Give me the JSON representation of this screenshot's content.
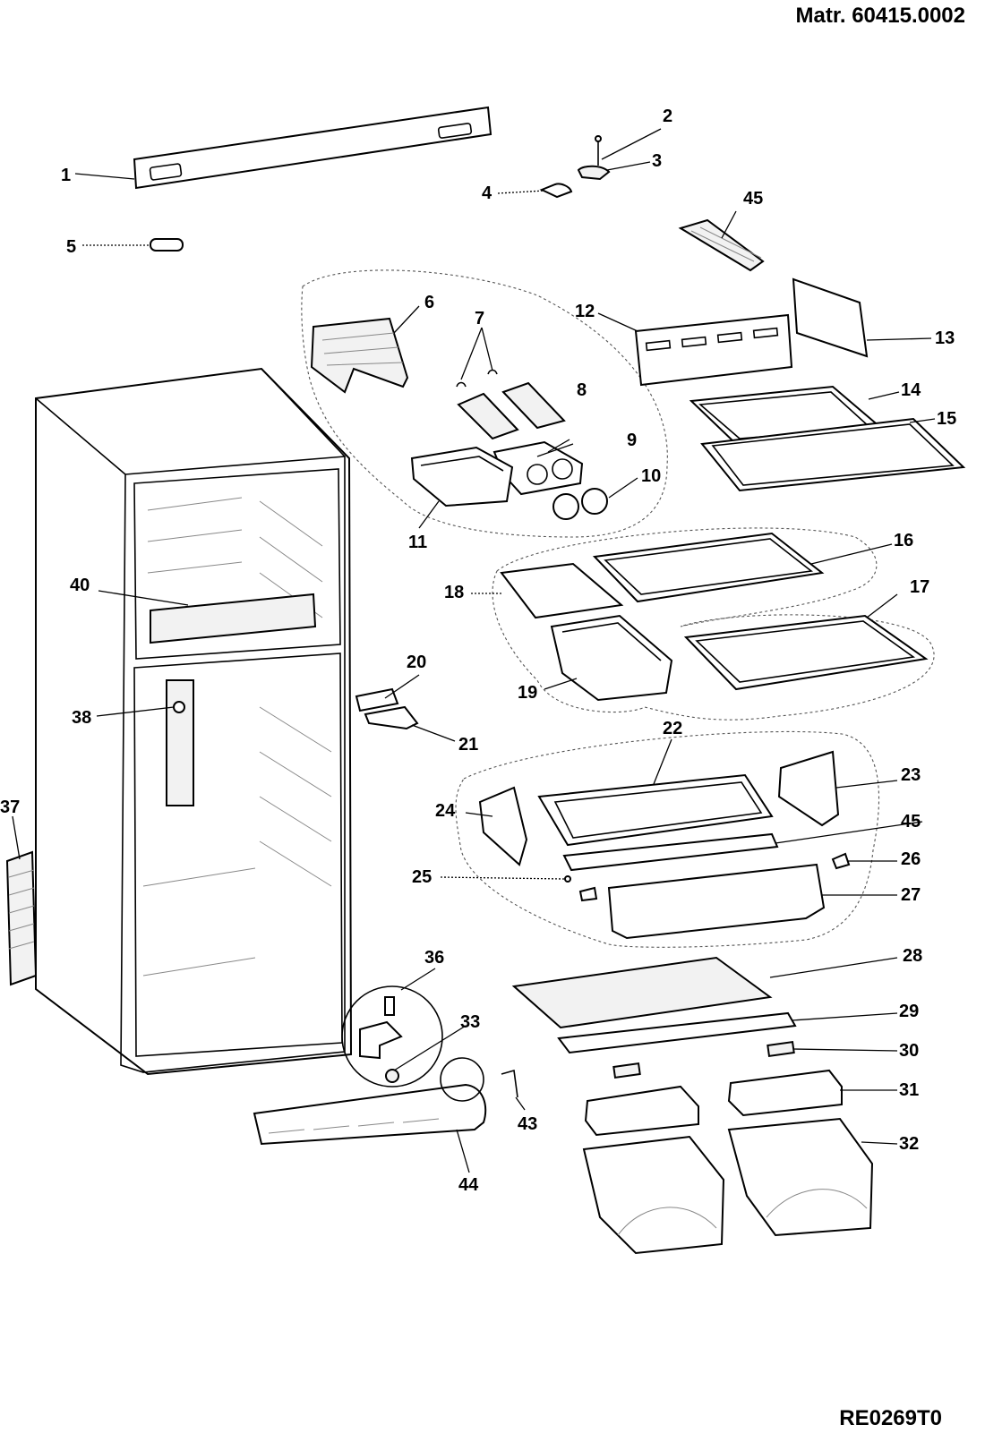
{
  "header": {
    "material_code": "Matr. 60415.0002"
  },
  "footer": {
    "reference_code": "RE0269T0"
  },
  "callouts": [
    {
      "id": "1",
      "label": "1"
    },
    {
      "id": "2",
      "label": "2"
    },
    {
      "id": "3",
      "label": "3"
    },
    {
      "id": "4",
      "label": "4"
    },
    {
      "id": "5",
      "label": "5"
    },
    {
      "id": "6",
      "label": "6"
    },
    {
      "id": "7",
      "label": "7"
    },
    {
      "id": "8",
      "label": "8"
    },
    {
      "id": "9",
      "label": "9"
    },
    {
      "id": "10",
      "label": "10"
    },
    {
      "id": "11",
      "label": "11"
    },
    {
      "id": "12",
      "label": "12"
    },
    {
      "id": "13",
      "label": "13"
    },
    {
      "id": "14",
      "label": "14"
    },
    {
      "id": "15",
      "label": "15"
    },
    {
      "id": "16",
      "label": "16"
    },
    {
      "id": "17",
      "label": "17"
    },
    {
      "id": "18",
      "label": "18"
    },
    {
      "id": "19",
      "label": "19"
    },
    {
      "id": "20",
      "label": "20"
    },
    {
      "id": "21",
      "label": "21"
    },
    {
      "id": "22",
      "label": "22"
    },
    {
      "id": "23",
      "label": "23"
    },
    {
      "id": "24",
      "label": "24"
    },
    {
      "id": "25",
      "label": "25"
    },
    {
      "id": "26",
      "label": "26"
    },
    {
      "id": "27",
      "label": "27"
    },
    {
      "id": "28",
      "label": "28"
    },
    {
      "id": "29",
      "label": "29"
    },
    {
      "id": "30",
      "label": "30"
    },
    {
      "id": "31",
      "label": "31"
    },
    {
      "id": "32",
      "label": "32"
    },
    {
      "id": "33",
      "label": "33"
    },
    {
      "id": "36",
      "label": "36"
    },
    {
      "id": "37",
      "label": "37"
    },
    {
      "id": "38",
      "label": "38"
    },
    {
      "id": "40",
      "label": "40"
    },
    {
      "id": "43",
      "label": "43"
    },
    {
      "id": "44",
      "label": "44"
    },
    {
      "id": "45a",
      "label": "45"
    },
    {
      "id": "45b",
      "label": "45"
    }
  ]
}
